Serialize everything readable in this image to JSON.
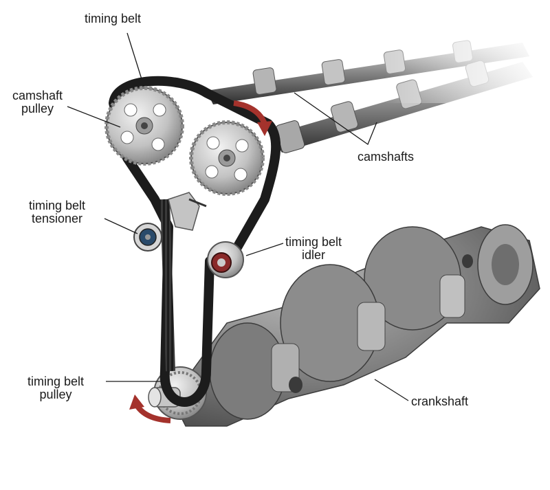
{
  "labels": {
    "timing_belt": "timing belt",
    "camshaft_pulley": [
      "camshaft",
      "pulley"
    ],
    "camshafts": "camshafts",
    "tensioner": [
      "timing belt",
      "tensioner"
    ],
    "idler": [
      "timing belt",
      "idler"
    ],
    "belt_pulley": [
      "timing belt",
      "pulley"
    ],
    "crankshaft": "crankshaft"
  },
  "colors": {
    "belt": "#1c1c1c",
    "metal_light": "#c9c9c9",
    "metal_mid": "#9a9a9a",
    "metal_dark": "#5a5a5a",
    "arrow": "#a4322c"
  }
}
